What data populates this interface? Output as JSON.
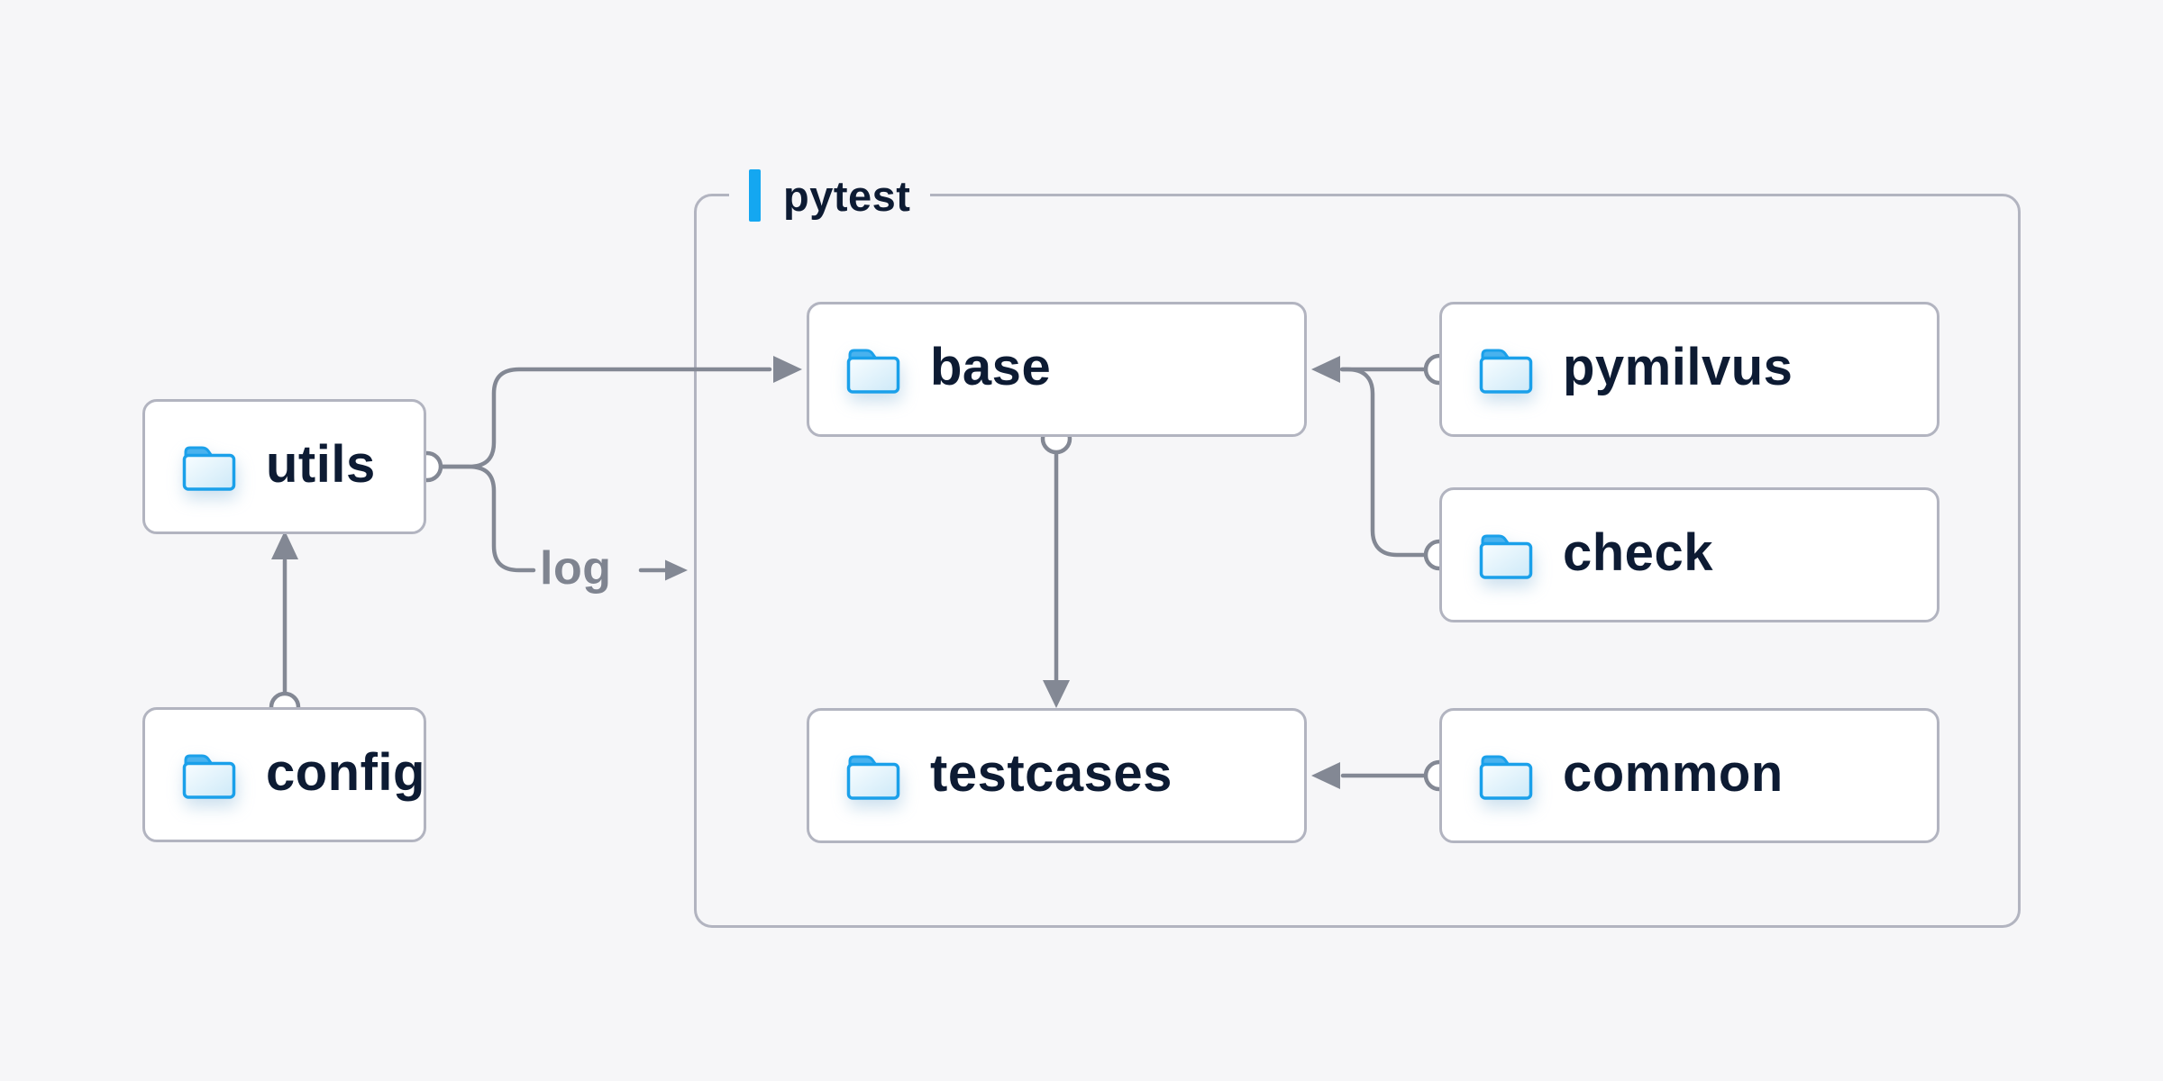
{
  "diagram": {
    "group": {
      "label": "pytest"
    },
    "nodes": {
      "utils": {
        "label": "utils",
        "icon": "folder-icon",
        "group": null
      },
      "config": {
        "label": "config",
        "icon": "folder-icon",
        "group": null
      },
      "base": {
        "label": "base",
        "icon": "folder-icon",
        "group": "pytest"
      },
      "pymilvus": {
        "label": "pymilvus",
        "icon": "folder-icon",
        "group": "pytest"
      },
      "check": {
        "label": "check",
        "icon": "folder-icon",
        "group": "pytest"
      },
      "testcases": {
        "label": "testcases",
        "icon": "folder-icon",
        "group": "pytest"
      },
      "common": {
        "label": "common",
        "icon": "folder-icon",
        "group": "pytest"
      }
    },
    "edges": [
      {
        "from": "config",
        "to": "utils",
        "style": "arrow"
      },
      {
        "from": "utils",
        "to": "base",
        "style": "arrow"
      },
      {
        "from": "utils",
        "to": "log",
        "style": "labeled-arrow",
        "label": "log"
      },
      {
        "from": "base",
        "to": "testcases",
        "style": "arrow"
      },
      {
        "from": "pymilvus",
        "to": "base",
        "style": "arrow"
      },
      {
        "from": "check",
        "to": "base",
        "style": "arrow"
      },
      {
        "from": "common",
        "to": "testcases",
        "style": "arrow"
      }
    ],
    "edge_label": "log",
    "colors": {
      "background": "#f6f6f8",
      "node_fill": "#ffffff",
      "node_border": "#b2b4c0",
      "wire": "#838894",
      "text": "#0d1b33",
      "edge_label_text": "#7f8490",
      "accent_blue": "#14a7f1",
      "folder_stroke": "#1aa0ea"
    }
  }
}
